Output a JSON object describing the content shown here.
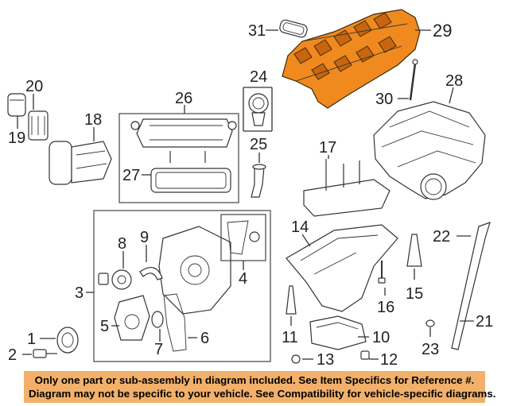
{
  "callouts": {
    "c1": "1",
    "c2": "2",
    "c3": "3",
    "c4": "4",
    "c5": "5",
    "c6": "6",
    "c7": "7",
    "c8": "8",
    "c9": "9",
    "c10": "10",
    "c11": "11",
    "c12": "12",
    "c13": "13",
    "c14": "14",
    "c15": "15",
    "c16": "16",
    "c17": "17",
    "c18": "18",
    "c19": "19",
    "c20": "20",
    "c21": "21",
    "c22": "22",
    "c23": "23",
    "c24": "24",
    "c25": "25",
    "c26": "26",
    "c27": "27",
    "c28": "28",
    "c29": "29",
    "c30": "30",
    "c31": "31"
  },
  "highlight_color": "#f08a1e",
  "disclaimer": {
    "line1": "Only one part or sub-assembly in diagram included. See Item Specifics for Reference #.",
    "line2": "Diagram may not be specific to your vehicle. See Compatibility for vehicle-specific diagrams.",
    "background": "#f2b06a"
  }
}
